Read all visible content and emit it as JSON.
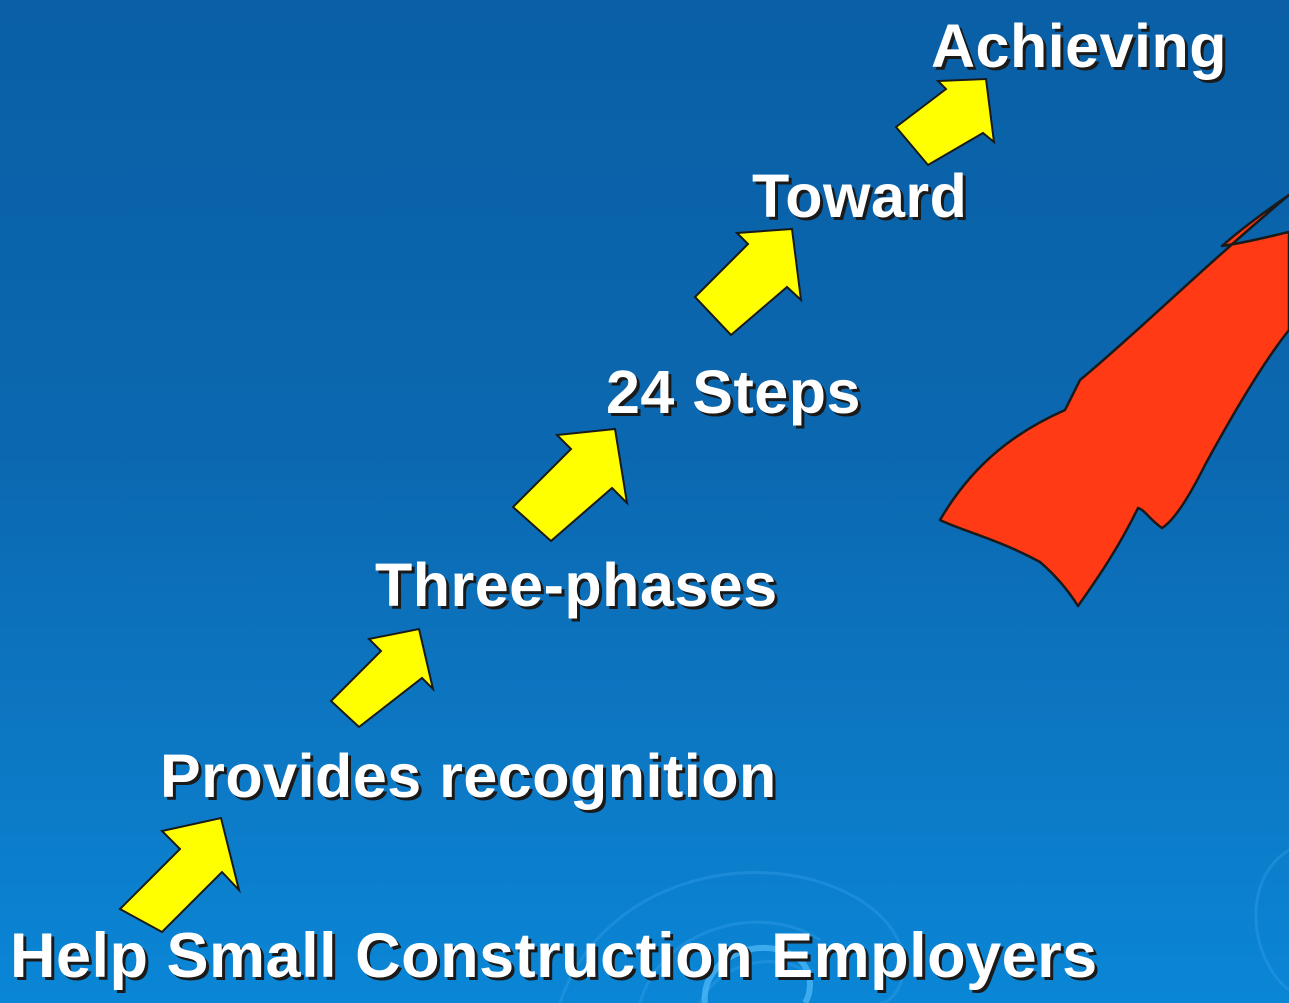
{
  "slide": {
    "colors": {
      "background": "#0b68b0",
      "text": "#ffffff",
      "text_shadow": "#1a1a1a",
      "arrow_fill": "#ffff00",
      "arrow_stroke": "#1a1a1a",
      "swoosh_fill": "#ff3a14"
    },
    "steps": [
      {
        "label": "Help Small Construction Employers"
      },
      {
        "label": "Provides recognition"
      },
      {
        "label": "Three-phases"
      },
      {
        "label": "24 Steps"
      },
      {
        "label": "Toward"
      },
      {
        "label": "Achieving"
      }
    ],
    "step_arrow_icon": "arrow-up-right-icon",
    "swoosh_icon": "red-swoosh-arrow-icon"
  }
}
